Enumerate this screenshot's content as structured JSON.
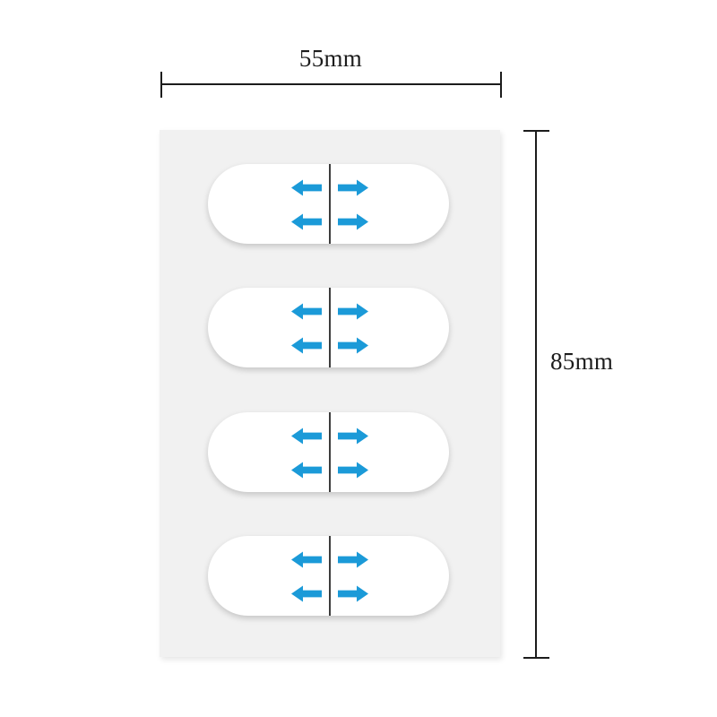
{
  "diagram": {
    "title": "Adhesive strip sheet dimension diagram",
    "background_color": "#ffffff"
  },
  "dimensions": {
    "width": {
      "label": "55mm",
      "value": 55,
      "unit": "mm",
      "orientation": "horizontal",
      "position": "top"
    },
    "height": {
      "label": "85mm",
      "value": 85,
      "unit": "mm",
      "orientation": "vertical",
      "position": "right"
    },
    "line_color": "#1c1c1c"
  },
  "sheet": {
    "name": "backing-sheet",
    "color": "#f1f1f1",
    "strip_count": 4
  },
  "strip": {
    "shape": "pill",
    "color": "#ffffff",
    "divider_color": "#3d3d3d",
    "arrow_color": "#1b9ad8",
    "arrows_per_strip": 4,
    "arrow_rows": 2,
    "arrow_columns": 2
  },
  "strips": [
    {
      "index": 1,
      "arrows": [
        {
          "direction": "left",
          "row": 1,
          "column": 1
        },
        {
          "direction": "right",
          "row": 1,
          "column": 2
        },
        {
          "direction": "left",
          "row": 2,
          "column": 1
        },
        {
          "direction": "right",
          "row": 2,
          "column": 2
        }
      ]
    },
    {
      "index": 2,
      "arrows": [
        {
          "direction": "left",
          "row": 1,
          "column": 1
        },
        {
          "direction": "right",
          "row": 1,
          "column": 2
        },
        {
          "direction": "left",
          "row": 2,
          "column": 1
        },
        {
          "direction": "right",
          "row": 2,
          "column": 2
        }
      ]
    },
    {
      "index": 3,
      "arrows": [
        {
          "direction": "left",
          "row": 1,
          "column": 1
        },
        {
          "direction": "right",
          "row": 1,
          "column": 2
        },
        {
          "direction": "left",
          "row": 2,
          "column": 1
        },
        {
          "direction": "right",
          "row": 2,
          "column": 2
        }
      ]
    },
    {
      "index": 4,
      "arrows": [
        {
          "direction": "left",
          "row": 1,
          "column": 1
        },
        {
          "direction": "right",
          "row": 1,
          "column": 2
        },
        {
          "direction": "left",
          "row": 2,
          "column": 1
        },
        {
          "direction": "right",
          "row": 2,
          "column": 2
        }
      ]
    }
  ]
}
